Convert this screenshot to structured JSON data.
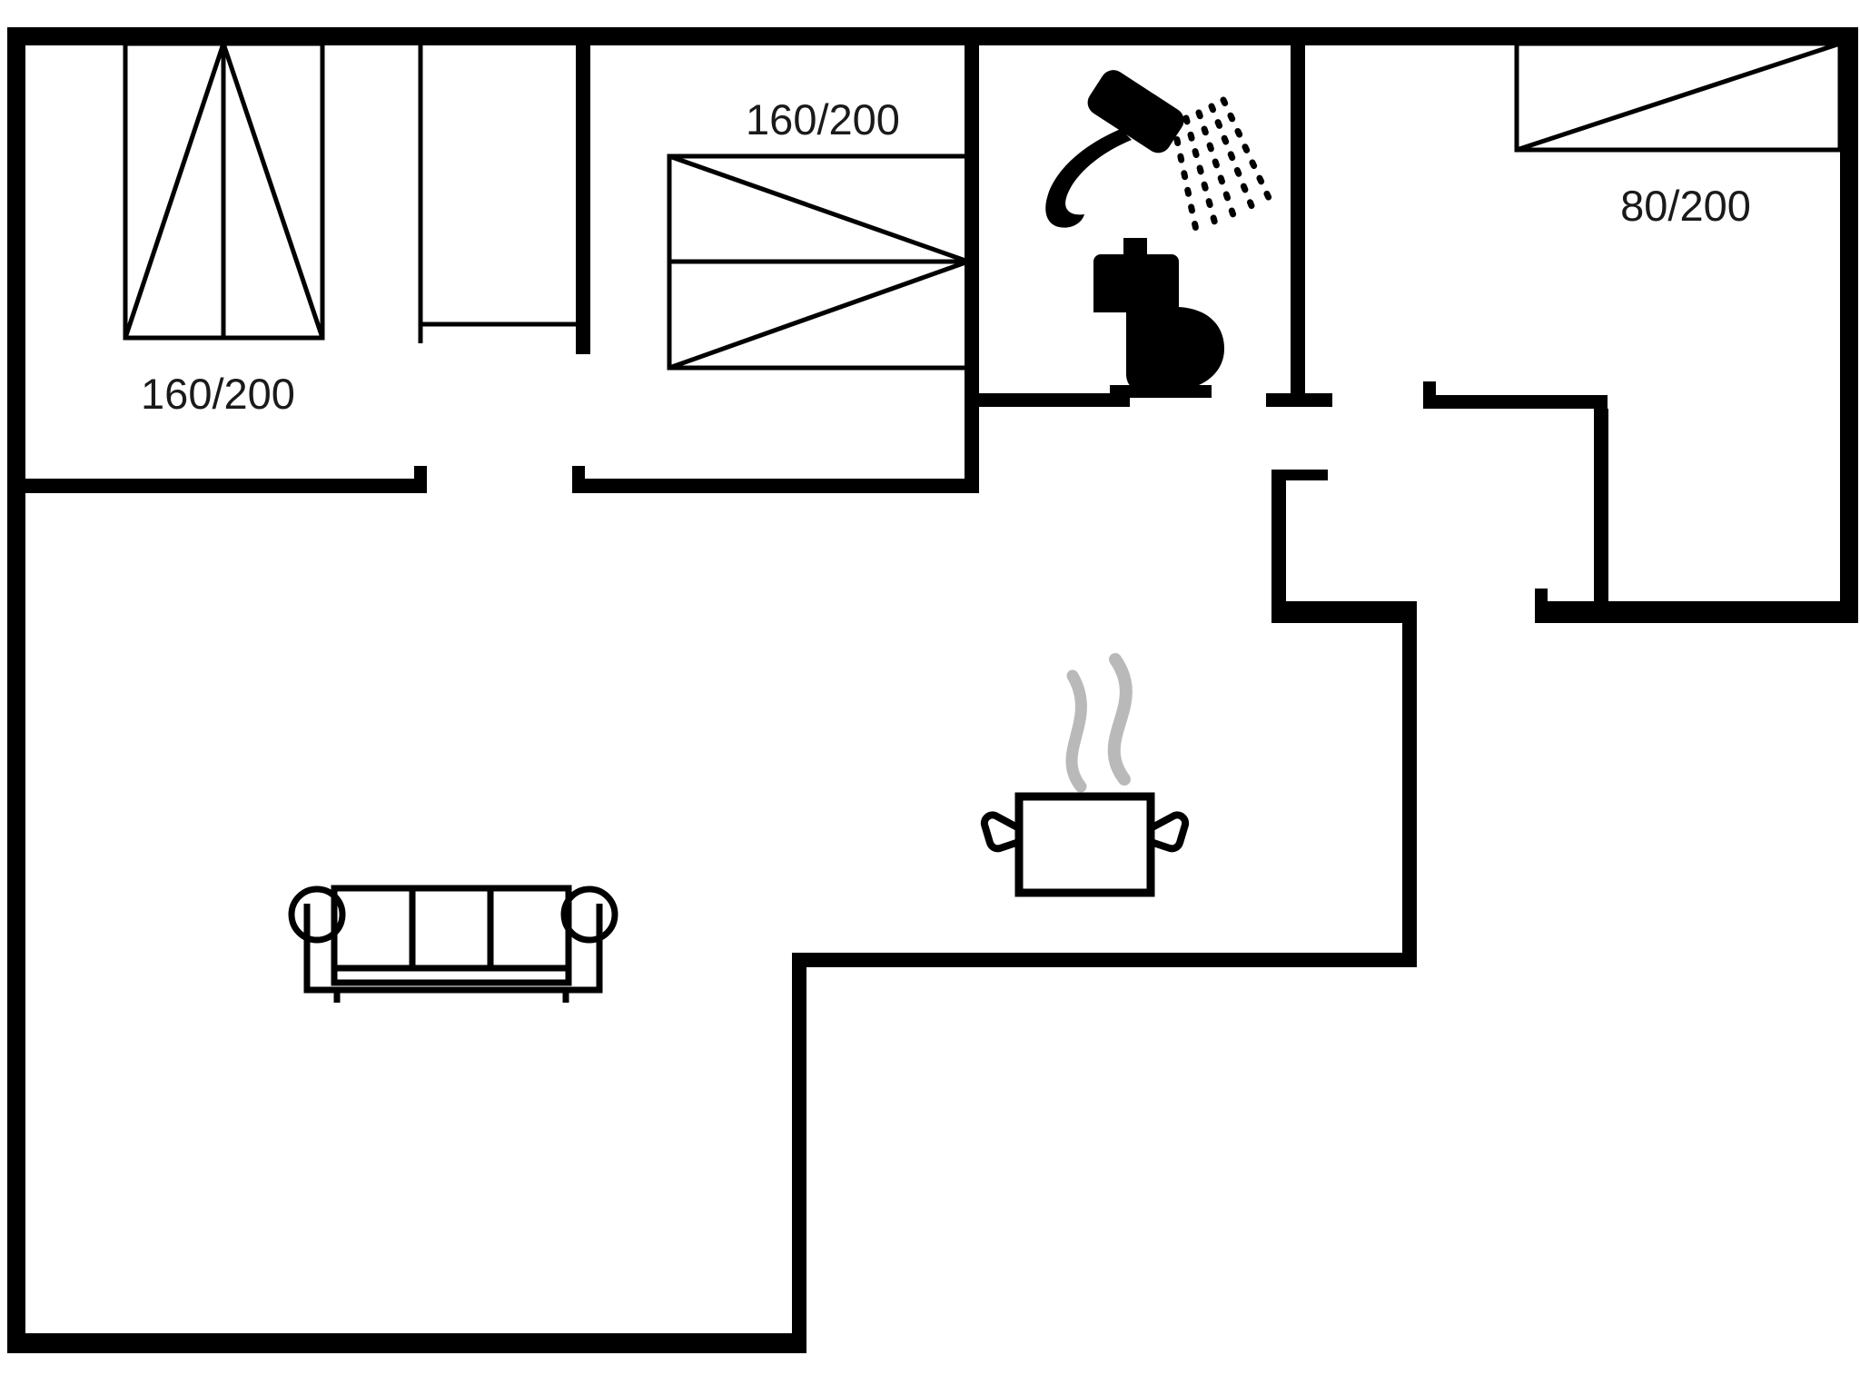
{
  "diagram": {
    "type": "floor-plan",
    "description": "black-and-white holiday house floor plan, top-down view",
    "colors": {
      "wall": "#000000",
      "furniture": "#000000",
      "steam": "#b9b9b9",
      "label": "#1a1a1a",
      "background": "#ffffff"
    },
    "labels": {
      "bedroom1_bed": "160/200",
      "bedroom2_bed": "160/200",
      "bedroom3_bed": "80/200"
    },
    "rooms": [
      {
        "name": "bedroom-1",
        "features": [
          "double-bed 160/200",
          "wardrobe"
        ]
      },
      {
        "name": "bedroom-2",
        "features": [
          "double-bed 160/200"
        ]
      },
      {
        "name": "bathroom",
        "features": [
          "hand-shower",
          "toilet"
        ]
      },
      {
        "name": "bedroom-3",
        "features": [
          "single-bed 80/200"
        ]
      },
      {
        "name": "living-kitchen-area",
        "features": [
          "sofa",
          "cooking-pot-with-steam"
        ]
      }
    ],
    "icons": [
      "double-bed-icon",
      "wardrobe-icon",
      "shower-icon",
      "toilet-icon",
      "single-bed-icon",
      "cooking-pot-icon",
      "steam-icon",
      "sofa-icon"
    ]
  }
}
